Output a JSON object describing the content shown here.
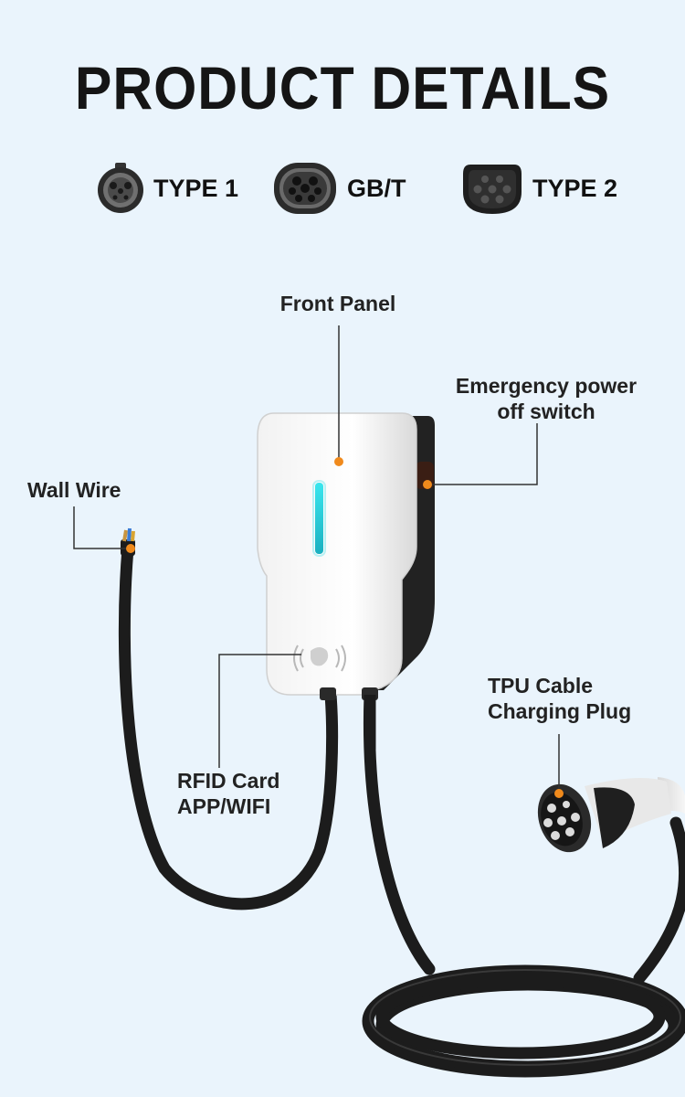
{
  "header": {
    "title": "PRODUCT DETAILS"
  },
  "connectors": [
    {
      "label": "TYPE 1",
      "icon": "type1-connector-icon"
    },
    {
      "label": "GB/T",
      "icon": "gbt-connector-icon"
    },
    {
      "label": "TYPE 2",
      "icon": "type2-connector-icon"
    }
  ],
  "callouts": {
    "front_panel": "Front Panel",
    "emergency_line1": "Emergency power",
    "emergency_line2": "off switch",
    "wall_wire": "Wall Wire",
    "rfid_line1": "RFID Card",
    "rfid_line2": "APP/WIFI",
    "tpu_line1": "TPU Cable",
    "tpu_line2": "Charging Plug"
  },
  "colors": {
    "background": "#eaf4fc",
    "marker": "#f08a1c",
    "led": "#38e0e8",
    "cable": "#1c1c1c"
  }
}
